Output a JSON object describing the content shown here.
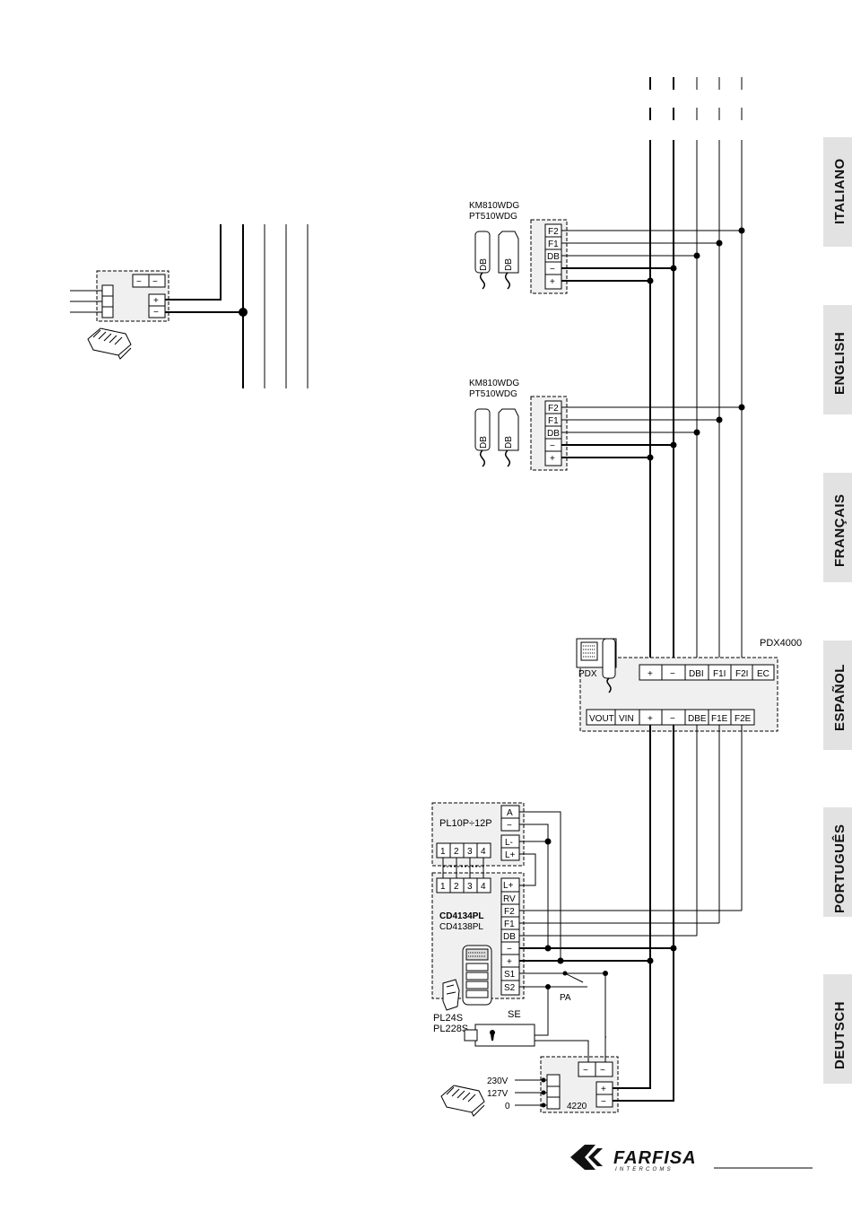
{
  "language_tabs": [
    "ITALIANO",
    "ENGLISH",
    "FRANÇAIS",
    "ESPAÑOL",
    "PORTUGUÊS",
    "DEUTSCH"
  ],
  "monitor_1": {
    "model_line1": "KM810WDG",
    "model_line2": "PT510WDG",
    "handset_label": "DB",
    "terminals": [
      "F2",
      "F1",
      "DB",
      "−",
      "+"
    ]
  },
  "monitor_2": {
    "model_line1": "KM810WDG",
    "model_line2": "PT510WDG",
    "handset_label": "DB",
    "terminals": [
      "F2",
      "F1",
      "DB",
      "−",
      "+"
    ]
  },
  "pdx": {
    "title": "PDX4000",
    "unit_label": "PDX",
    "top_terminals": [
      "+",
      "−",
      "DBI",
      "F1I",
      "F2I",
      "EC"
    ],
    "bottom_terminals": [
      "VOUT",
      "VIN",
      "+",
      "−",
      "DBE",
      "F1E",
      "F2E"
    ]
  },
  "keypad": {
    "model": "PL10P÷12P",
    "terminals": [
      "A",
      "−",
      "L-",
      "L+"
    ],
    "numbers": [
      "1",
      "2",
      "3",
      "4"
    ]
  },
  "door_panel": {
    "model_bold": "CD4134PL",
    "model": "CD4138PL",
    "numbers": [
      "1",
      "2",
      "3",
      "4"
    ],
    "terminals": [
      "L+",
      "RV",
      "F2",
      "F1",
      "DB",
      "−",
      "+",
      "S1",
      "S2"
    ]
  },
  "pushbutton": {
    "model_line1": "PL24S",
    "model_line2": "PL228S"
  },
  "lock": {
    "label": "SE"
  },
  "door_button": {
    "label": "PA"
  },
  "power_supply": {
    "model": "4220",
    "ac_terminals": [
      "~",
      "~"
    ],
    "dc_terminals": [
      "+",
      "−"
    ],
    "inputs": [
      "230V",
      "127V",
      "0"
    ]
  },
  "legend_psu": {
    "ac_terminals": [
      "~",
      "~"
    ],
    "dc_terminals": [
      "+",
      "−"
    ]
  },
  "logo": {
    "brand": "FARFISA",
    "sub": "INTERCOMS"
  }
}
